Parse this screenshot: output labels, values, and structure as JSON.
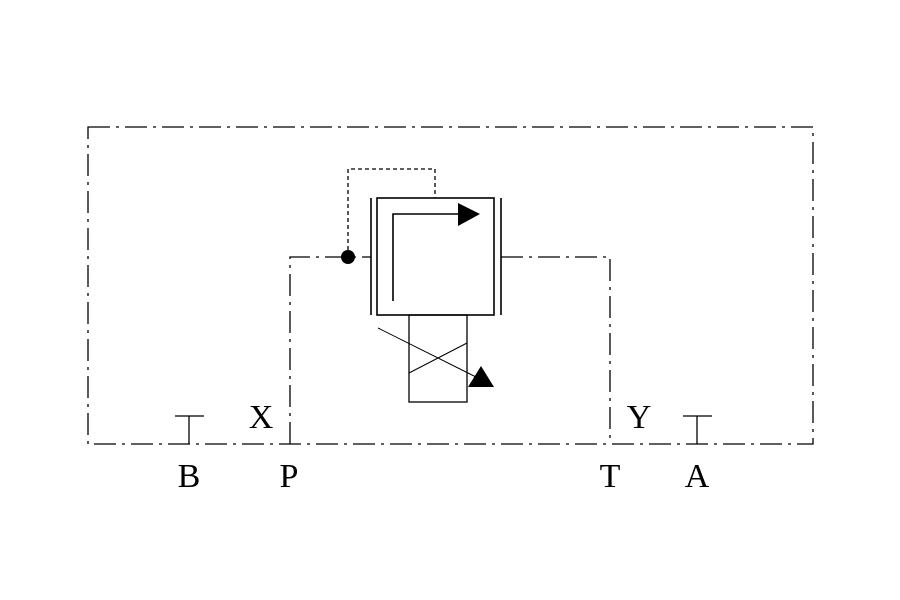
{
  "diagram": {
    "type": "hydraulic-valve-symbol",
    "ports": {
      "x": "X",
      "p": "P",
      "b": "B",
      "t": "T",
      "y": "Y",
      "a": "A"
    },
    "colors": {
      "line": "#000000",
      "background": "#ffffff"
    }
  }
}
